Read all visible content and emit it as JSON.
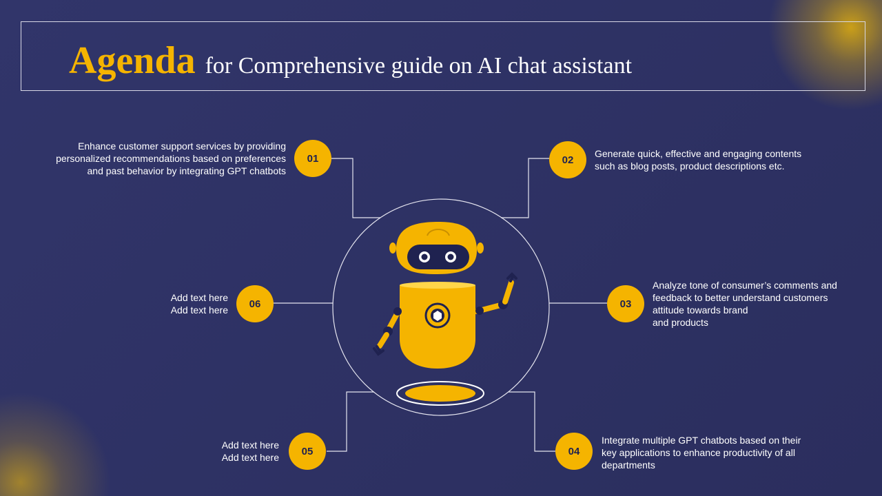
{
  "title": {
    "main": "Agenda",
    "sub": "for Comprehensive guide on AI chat assistant"
  },
  "items": [
    {
      "number": "01",
      "lines": [
        "Enhance customer support services by providing",
        "personalized recommendations based on preferences",
        "and past behavior by integrating GPT chatbots"
      ]
    },
    {
      "number": "02",
      "lines": [
        "Generate quick, effective and engaging contents",
        "such as blog posts, product descriptions etc."
      ]
    },
    {
      "number": "03",
      "lines": [
        "Analyze tone of consumer’s comments and",
        "feedback to better understand customers",
        "attitude towards brand",
        "and products"
      ]
    },
    {
      "number": "04",
      "lines": [
        "Integrate multiple GPT chatbots based on their",
        "key applications to enhance productivity of all",
        "departments"
      ]
    },
    {
      "number": "05",
      "lines": [
        "Add text here",
        "Add text here"
      ]
    },
    {
      "number": "06",
      "lines": [
        "Add text here",
        "Add text here"
      ]
    }
  ],
  "colors": {
    "background": "#2e3163",
    "accent": "#f5b400",
    "text": "#ffffff",
    "robot_dark": "#1f2250"
  },
  "icons": [
    "robot-illustration",
    "hologram-platform-icon"
  ]
}
